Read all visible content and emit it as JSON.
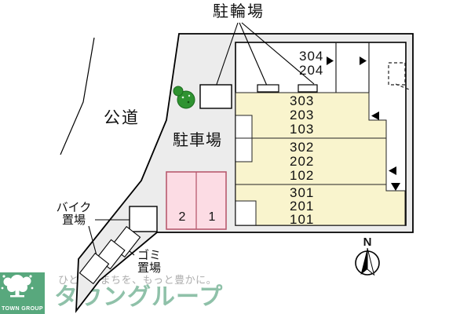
{
  "plan": {
    "area_labels": {
      "bicycle_parking": "駐輪場",
      "public_road": "公道",
      "car_parking": "駐車場",
      "bike_storage_line1": "バイク",
      "bike_storage_line2": "置場",
      "garbage_line1": "ゴミ",
      "garbage_line2": "置場"
    },
    "building": {
      "top_units": [
        "304",
        "204"
      ],
      "rows": [
        {
          "units": [
            "303",
            "203",
            "103"
          ]
        },
        {
          "units": [
            "302",
            "202",
            "102"
          ]
        },
        {
          "units": [
            "301",
            "201",
            "101"
          ]
        }
      ]
    },
    "parking_spaces": [
      "2",
      "1"
    ],
    "compass": {
      "north": "N"
    }
  },
  "branding": {
    "logo_text": "TOWN GROUP",
    "tagline": "ひとを、まちを、もっと豊かに。",
    "company": "タウングループ"
  },
  "colors": {
    "site_fill": "#ececec",
    "building_fill": "#f9f4cd",
    "parking_fill": "#fcdce4",
    "parking_border": "#b85a6e",
    "tree_green": "#2f9331",
    "logo_green": "#4aa173",
    "logo_text_green": "#7cb79b",
    "tagline_gray": "#9f9f9f"
  }
}
